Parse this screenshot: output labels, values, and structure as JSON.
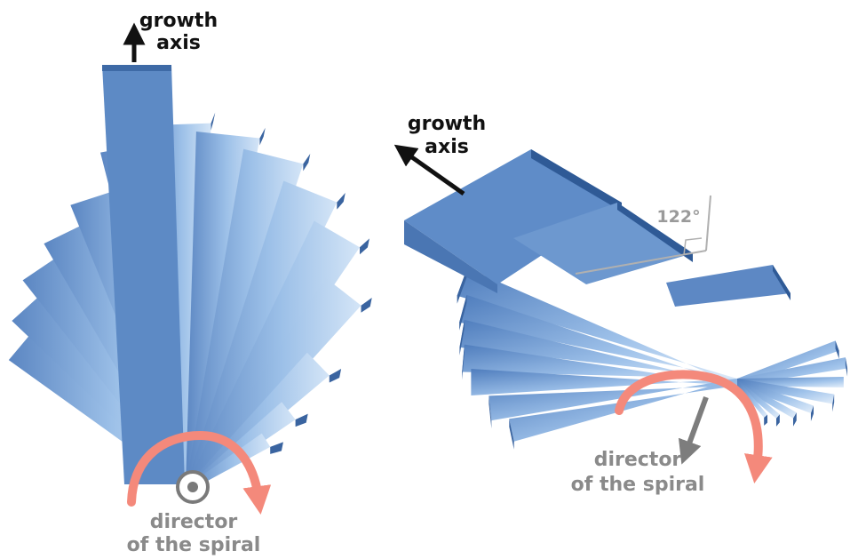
{
  "left_panel": {
    "growth_axis_label_line1": "growth",
    "growth_axis_label_line2": "axis",
    "director_label_line1": "director",
    "director_label_line2": "of the spiral"
  },
  "right_panel": {
    "growth_axis_label_line1": "growth",
    "growth_axis_label_line2": "axis",
    "angle_label": "122°",
    "director_label_line1": "director",
    "director_label_line2": "of the spiral"
  },
  "colors": {
    "plate_dark": "#3d6aa8",
    "plate_mid": "#6f9bd2",
    "plate_light": "#c9ddf3",
    "rotation_arrow": "#f4897b",
    "director_gray": "#8a8a8a",
    "axis_arrow": "#111111"
  }
}
